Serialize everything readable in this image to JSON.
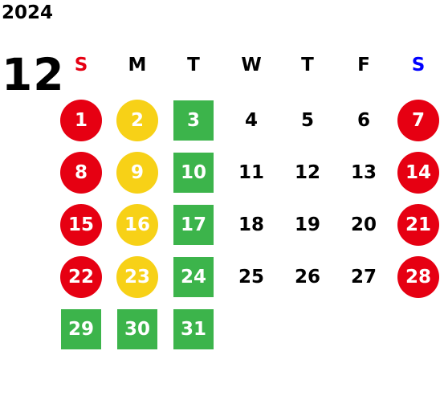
{
  "calendar": {
    "year": "2024",
    "month": "12",
    "weekdays": [
      {
        "label": "S",
        "color": "#e60012"
      },
      {
        "label": "M",
        "color": "#000000"
      },
      {
        "label": "T",
        "color": "#000000"
      },
      {
        "label": "W",
        "color": "#000000"
      },
      {
        "label": "T",
        "color": "#000000"
      },
      {
        "label": "F",
        "color": "#000000"
      },
      {
        "label": "S",
        "color": "#0000ff"
      }
    ],
    "colors": {
      "red": "#e60012",
      "yellow": "#f7d117",
      "green": "#3cb44b"
    },
    "days": [
      {
        "n": "1",
        "style": "red"
      },
      {
        "n": "2",
        "style": "yellow"
      },
      {
        "n": "3",
        "style": "green"
      },
      {
        "n": "4",
        "style": "plain"
      },
      {
        "n": "5",
        "style": "plain"
      },
      {
        "n": "6",
        "style": "plain"
      },
      {
        "n": "7",
        "style": "red"
      },
      {
        "n": "8",
        "style": "red"
      },
      {
        "n": "9",
        "style": "yellow"
      },
      {
        "n": "10",
        "style": "green"
      },
      {
        "n": "11",
        "style": "plain"
      },
      {
        "n": "12",
        "style": "plain"
      },
      {
        "n": "13",
        "style": "plain"
      },
      {
        "n": "14",
        "style": "red"
      },
      {
        "n": "15",
        "style": "red"
      },
      {
        "n": "16",
        "style": "yellow"
      },
      {
        "n": "17",
        "style": "green"
      },
      {
        "n": "18",
        "style": "plain"
      },
      {
        "n": "19",
        "style": "plain"
      },
      {
        "n": "20",
        "style": "plain"
      },
      {
        "n": "21",
        "style": "red"
      },
      {
        "n": "22",
        "style": "red"
      },
      {
        "n": "23",
        "style": "yellow"
      },
      {
        "n": "24",
        "style": "green"
      },
      {
        "n": "25",
        "style": "plain"
      },
      {
        "n": "26",
        "style": "plain"
      },
      {
        "n": "27",
        "style": "plain"
      },
      {
        "n": "28",
        "style": "red"
      },
      {
        "n": "29",
        "style": "green"
      },
      {
        "n": "30",
        "style": "green"
      },
      {
        "n": "31",
        "style": "green"
      }
    ]
  }
}
